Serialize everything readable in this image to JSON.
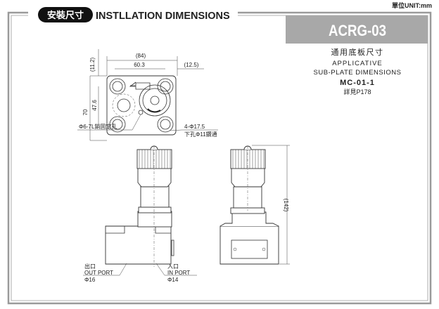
{
  "header": {
    "unit": "單位UNIT:mm",
    "badge_zh": "安裝尺寸",
    "title_en": "INSTLLATION DIMENSIONS",
    "model": "ACRG-03"
  },
  "subplate": {
    "title_zh": "通用底板尺寸",
    "title_en_1": "APPLICATIVE",
    "title_en_2": "SUB-PLATE DIMENSIONS",
    "model": "MC-01-1",
    "ref": "詳見P178"
  },
  "top_view": {
    "dim_84": "(84)",
    "dim_60_3": "60.3",
    "dim_12_5": "(12.5)",
    "dim_11_2": "(11.2)",
    "dim_70": "70",
    "dim_47_6": "47.6",
    "pin_hole": "Φ6-7L銷固定孔",
    "holes_1": "4-Φ17.5",
    "holes_2": "下孔Φ11鑽通"
  },
  "front_view": {
    "out_zh": "出口",
    "out_en": "OUT PORT",
    "out_dia": "Φ16",
    "in_zh": "入口",
    "in_en": "IN PORT",
    "in_dia": "Φ14"
  },
  "side_view": {
    "height": "(142)"
  },
  "colors": {
    "badge": "#111111",
    "model_box": "#a8a8a8",
    "frame": "#9a9a9a"
  }
}
